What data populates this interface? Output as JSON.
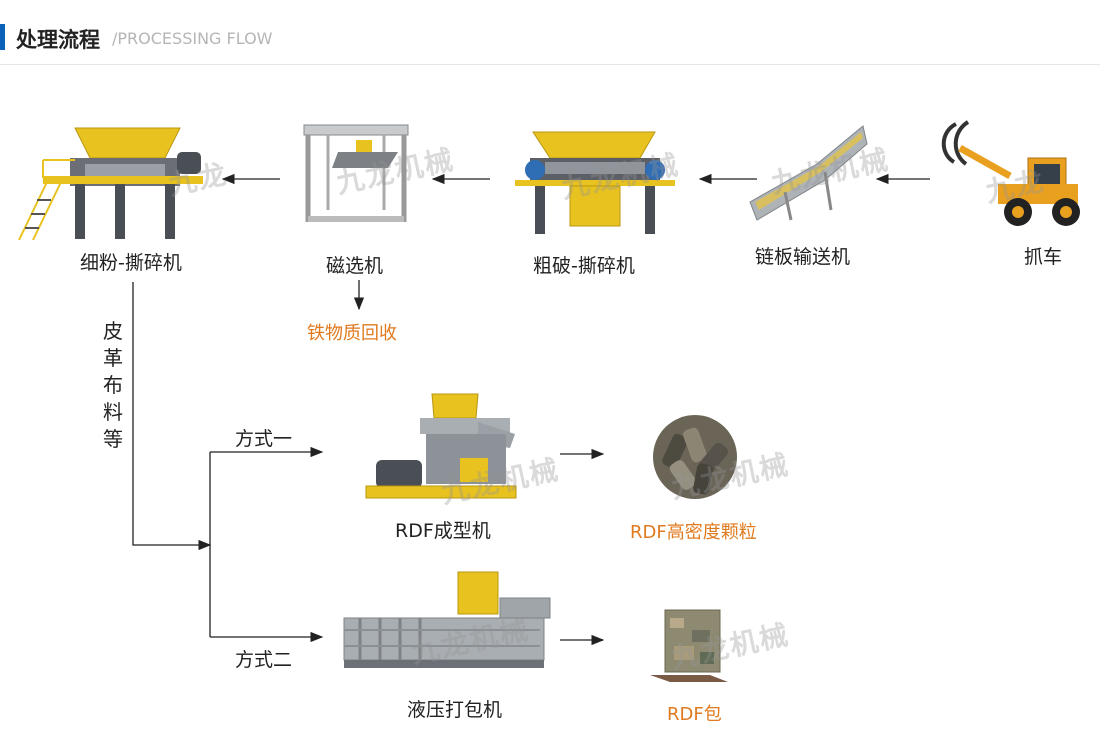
{
  "header": {
    "title": "处理流程",
    "subtitle": "/PROCESSING FLOW",
    "accent_color": "#0a63b8"
  },
  "machines": {
    "fine_shredder": "细粉-撕碎机",
    "magnetic_separator": "磁选机",
    "coarse_shredder": "粗破-撕碎机",
    "chain_conveyor": "链板输送机",
    "grab_loader": "抓车",
    "rdf_forming": "RDF成型机",
    "hydraulic_baler": "液压打包机"
  },
  "outputs": {
    "iron_recovery": "铁物质回收",
    "rdf_pellets": "RDF高密度颗粒",
    "rdf_bale": "RDF包"
  },
  "branch": {
    "material": [
      "皮",
      "革",
      "布",
      "料",
      "等"
    ],
    "method_one": "方式一",
    "method_two": "方式二"
  },
  "colors": {
    "output_text": "#e07a1f",
    "machine_yellow": "#e8c21e",
    "arrow": "#222222"
  }
}
